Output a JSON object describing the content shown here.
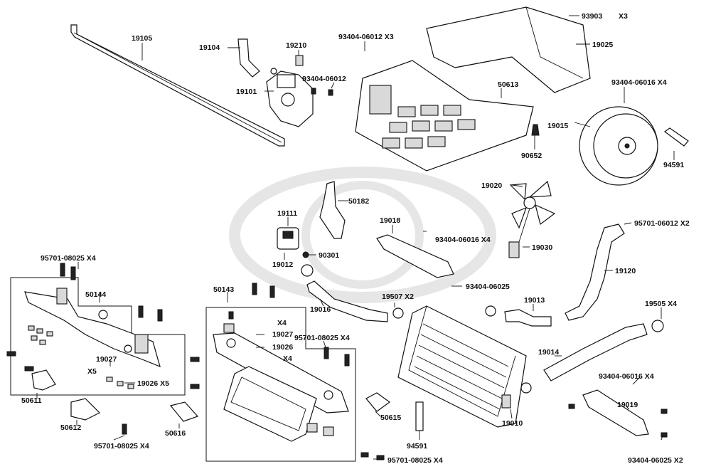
{
  "diagram": {
    "labels": [
      {
        "id": "l1",
        "text": "19105"
      },
      {
        "id": "l2",
        "text": "19104"
      },
      {
        "id": "l3",
        "text": "19210"
      },
      {
        "id": "l4",
        "text": "93404-06012"
      },
      {
        "id": "l5",
        "text": "19101"
      },
      {
        "id": "l6",
        "text": "93404-06012 X3"
      },
      {
        "id": "l7",
        "text": "93903"
      },
      {
        "id": "l8",
        "text": "X3"
      },
      {
        "id": "l9",
        "text": "19025"
      },
      {
        "id": "l10",
        "text": "50613"
      },
      {
        "id": "l11",
        "text": "93404-06016 X4"
      },
      {
        "id": "l12",
        "text": "19015"
      },
      {
        "id": "l13",
        "text": "90652"
      },
      {
        "id": "l14",
        "text": "94591"
      },
      {
        "id": "l15",
        "text": "19020"
      },
      {
        "id": "l16",
        "text": "50182"
      },
      {
        "id": "l17",
        "text": "19111"
      },
      {
        "id": "l18",
        "text": "19018"
      },
      {
        "id": "l19",
        "text": "95701-06012 X2"
      },
      {
        "id": "l20",
        "text": "93404-06016 X4"
      },
      {
        "id": "l21",
        "text": "19030"
      },
      {
        "id": "l22",
        "text": "19012"
      },
      {
        "id": "l23",
        "text": "90301"
      },
      {
        "id": "l24",
        "text": "19120"
      },
      {
        "id": "l25",
        "text": "93404-06025"
      },
      {
        "id": "l26",
        "text": "95701-08025 X4"
      },
      {
        "id": "l27",
        "text": "50144"
      },
      {
        "id": "l28",
        "text": "50143"
      },
      {
        "id": "l29",
        "text": "19016"
      },
      {
        "id": "l30",
        "text": "19507 X2"
      },
      {
        "id": "l31",
        "text": "19013"
      },
      {
        "id": "l32",
        "text": "19505  X4"
      },
      {
        "id": "l33",
        "text": "X4"
      },
      {
        "id": "l34",
        "text": "19027"
      },
      {
        "id": "l35",
        "text": "95701-08025 X4"
      },
      {
        "id": "l36",
        "text": "19026"
      },
      {
        "id": "l37",
        "text": "X4"
      },
      {
        "id": "l38",
        "text": "19014"
      },
      {
        "id": "l39",
        "text": "19027"
      },
      {
        "id": "l40",
        "text": "X5"
      },
      {
        "id": "l41",
        "text": "19026  X5"
      },
      {
        "id": "l42",
        "text": "93404-06016 X4"
      },
      {
        "id": "l43",
        "text": "50611"
      },
      {
        "id": "l44",
        "text": "50612"
      },
      {
        "id": "l45",
        "text": "50616"
      },
      {
        "id": "l46",
        "text": "50615"
      },
      {
        "id": "l47",
        "text": "19010"
      },
      {
        "id": "l48",
        "text": "19019"
      },
      {
        "id": "l49",
        "text": "95701-08025 X4"
      },
      {
        "id": "l50",
        "text": "94591"
      },
      {
        "id": "l51",
        "text": "95701-08025 X4"
      },
      {
        "id": "l52",
        "text": "93404-06025 X2"
      }
    ],
    "colors": {
      "ink": "#111111",
      "fill": "#ffffff",
      "shade": "#d9d9d9",
      "watermark": "#e6e6e6"
    }
  }
}
